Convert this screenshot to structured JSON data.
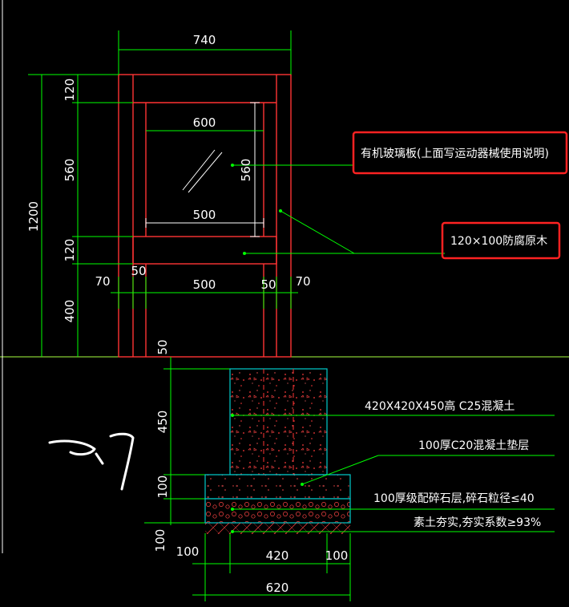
{
  "drawing": {
    "dimensions": {
      "top_width": "740",
      "glass_width": "600",
      "inner_width": "500",
      "glass_height": "560",
      "left_120_top": "120",
      "left_560": "560",
      "left_120_low": "120",
      "left_400": "400",
      "total_height": "1200",
      "side_70_left": "70",
      "side_50_left": "50",
      "post_gap_500": "500",
      "side_50_right": "50",
      "side_70_right": "70",
      "post_embed_50": "50",
      "footing_450": "450",
      "footing_100a": "100",
      "footing_100b": "100",
      "bottom_left_100": "100",
      "footing_420": "420",
      "bottom_right_100": "100",
      "base_620": "620"
    },
    "labels": {
      "glass_panel": "有机玻璃板(上面写运动器械使用说明)",
      "wood_beam": "120×100防腐原木",
      "concrete_block": "420X420X450高 C25混凝土",
      "c20_layer": "100厚C20混凝土垫层",
      "gravel_layer": "100厚级配碎石层,碎石粒径≤40",
      "soil_layer": "素土夯实,夯实系数≥93%"
    },
    "colors": {
      "background": "#000000",
      "dimension": "#00ff00",
      "post": "#ff3333",
      "footing": "#00cccc",
      "highlight_box": "#ff2222",
      "text": "#ffffff"
    }
  }
}
